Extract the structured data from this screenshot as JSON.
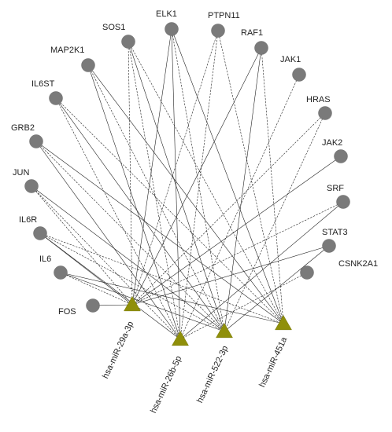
{
  "network": {
    "genes": [
      {
        "id": "FOS"
      },
      {
        "id": "IL6"
      },
      {
        "id": "IL6R"
      },
      {
        "id": "JUN"
      },
      {
        "id": "GRB2"
      },
      {
        "id": "IL6ST"
      },
      {
        "id": "MAP2K1"
      },
      {
        "id": "SOS1"
      },
      {
        "id": "ELK1"
      },
      {
        "id": "PTPN11"
      },
      {
        "id": "RAF1"
      },
      {
        "id": "JAK1"
      },
      {
        "id": "HRAS"
      },
      {
        "id": "JAK2"
      },
      {
        "id": "SRF"
      },
      {
        "id": "STAT3"
      },
      {
        "id": "CSNK2A1"
      }
    ],
    "mirnas": [
      {
        "id": "hsa-miR-29a-3p"
      },
      {
        "id": "hsa-miR-26b-5p"
      },
      {
        "id": "hsa-miR-522-3p"
      },
      {
        "id": "hsa-miR-451a"
      }
    ],
    "edges": [
      {
        "from": "SOS1",
        "to": "hsa-miR-29a-3p"
      },
      {
        "from": "ELK1",
        "to": "hsa-miR-29a-3p"
      },
      {
        "from": "PTPN11",
        "to": "hsa-miR-29a-3p"
      },
      {
        "from": "RAF1",
        "to": "hsa-miR-29a-3p"
      },
      {
        "from": "HRAS",
        "to": "hsa-miR-29a-3p"
      },
      {
        "from": "JAK2",
        "to": "hsa-miR-29a-3p"
      },
      {
        "from": "SRF",
        "to": "hsa-miR-29a-3p"
      },
      {
        "from": "STAT3",
        "to": "hsa-miR-29a-3p"
      },
      {
        "from": "JUN",
        "to": "hsa-miR-29a-3p"
      },
      {
        "from": "IL6R",
        "to": "hsa-miR-29a-3p"
      },
      {
        "from": "IL6",
        "to": "hsa-miR-29a-3p"
      },
      {
        "from": "FOS",
        "to": "hsa-miR-29a-3p"
      },
      {
        "from": "SOS1",
        "to": "hsa-miR-26b-5p"
      },
      {
        "from": "ELK1",
        "to": "hsa-miR-26b-5p"
      },
      {
        "from": "PTPN11",
        "to": "hsa-miR-26b-5p"
      },
      {
        "from": "MAP2K1",
        "to": "hsa-miR-26b-5p"
      },
      {
        "from": "IL6ST",
        "to": "hsa-miR-26b-5p"
      },
      {
        "from": "GRB2",
        "to": "hsa-miR-26b-5p"
      },
      {
        "from": "JUN",
        "to": "hsa-miR-26b-5p"
      },
      {
        "from": "IL6R",
        "to": "hsa-miR-26b-5p"
      },
      {
        "from": "JAK1",
        "to": "hsa-miR-26b-5p"
      },
      {
        "from": "SRF",
        "to": "hsa-miR-26b-5p"
      },
      {
        "from": "CSNK2A1",
        "to": "hsa-miR-26b-5p"
      },
      {
        "from": "SOS1",
        "to": "hsa-miR-522-3p"
      },
      {
        "from": "ELK1",
        "to": "hsa-miR-522-3p"
      },
      {
        "from": "RAF1",
        "to": "hsa-miR-522-3p"
      },
      {
        "from": "MAP2K1",
        "to": "hsa-miR-522-3p"
      },
      {
        "from": "IL6ST",
        "to": "hsa-miR-522-3p"
      },
      {
        "from": "GRB2",
        "to": "hsa-miR-522-3p"
      },
      {
        "from": "JUN",
        "to": "hsa-miR-522-3p"
      },
      {
        "from": "IL6R",
        "to": "hsa-miR-522-3p"
      },
      {
        "from": "IL6",
        "to": "hsa-miR-522-3p"
      },
      {
        "from": "HRAS",
        "to": "hsa-miR-522-3p"
      },
      {
        "from": "STAT3",
        "to": "hsa-miR-522-3p"
      },
      {
        "from": "SOS1",
        "to": "hsa-miR-451a"
      },
      {
        "from": "ELK1",
        "to": "hsa-miR-451a"
      },
      {
        "from": "PTPN11",
        "to": "hsa-miR-451a"
      },
      {
        "from": "MAP2K1",
        "to": "hsa-miR-451a"
      },
      {
        "from": "IL6ST",
        "to": "hsa-miR-451a"
      },
      {
        "from": "GRB2",
        "to": "hsa-miR-451a"
      },
      {
        "from": "IL6R",
        "to": "hsa-miR-451a"
      },
      {
        "from": "IL6",
        "to": "hsa-miR-451a"
      },
      {
        "from": "RAF1",
        "to": "hsa-miR-451a"
      }
    ]
  },
  "colors": {
    "gene_node": "#7a7a7a",
    "mirna_node": "#8f8f0a",
    "edge": "#222222",
    "background": "#ffffff"
  }
}
